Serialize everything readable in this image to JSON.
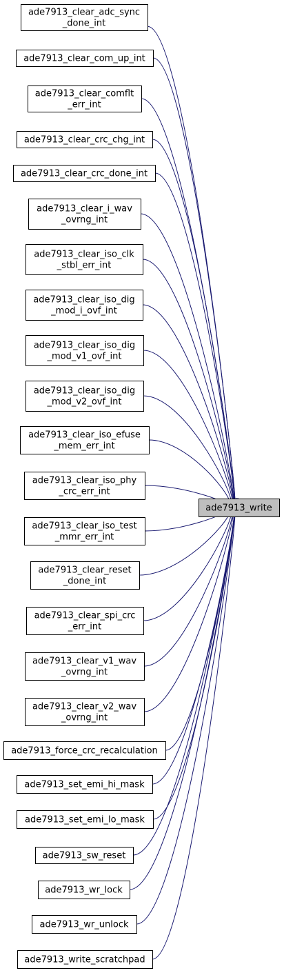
{
  "target": {
    "lines": [
      "ade7913_write"
    ]
  },
  "callers": [
    {
      "lines": [
        "ade7913_clear_adc_sync",
        "_done_int"
      ]
    },
    {
      "lines": [
        "ade7913_clear_com_up_int"
      ]
    },
    {
      "lines": [
        "ade7913_clear_comflt",
        "_err_int"
      ]
    },
    {
      "lines": [
        "ade7913_clear_crc_chg_int"
      ]
    },
    {
      "lines": [
        "ade7913_clear_crc_done_int"
      ]
    },
    {
      "lines": [
        "ade7913_clear_i_wav",
        "_ovrng_int"
      ]
    },
    {
      "lines": [
        "ade7913_clear_iso_clk",
        "_stbl_err_int"
      ]
    },
    {
      "lines": [
        "ade7913_clear_iso_dig",
        "_mod_i_ovf_int"
      ]
    },
    {
      "lines": [
        "ade7913_clear_iso_dig",
        "_mod_v1_ovf_int"
      ]
    },
    {
      "lines": [
        "ade7913_clear_iso_dig",
        "_mod_v2_ovf_int"
      ]
    },
    {
      "lines": [
        "ade7913_clear_iso_efuse",
        "_mem_err_int"
      ]
    },
    {
      "lines": [
        "ade7913_clear_iso_phy",
        "_crc_err_int"
      ]
    },
    {
      "lines": [
        "ade7913_clear_iso_test",
        "_mmr_err_int"
      ]
    },
    {
      "lines": [
        "ade7913_clear_reset",
        "_done_int"
      ]
    },
    {
      "lines": [
        "ade7913_clear_spi_crc",
        "_err_int"
      ]
    },
    {
      "lines": [
        "ade7913_clear_v1_wav",
        "_ovrng_int"
      ]
    },
    {
      "lines": [
        "ade7913_clear_v2_wav",
        "_ovrng_int"
      ]
    },
    {
      "lines": [
        "ade7913_force_crc_recalculation"
      ]
    },
    {
      "lines": [
        "ade7913_set_emi_hi_mask"
      ]
    },
    {
      "lines": [
        "ade7913_set_emi_lo_mask"
      ]
    },
    {
      "lines": [
        "ade7913_sw_reset"
      ]
    },
    {
      "lines": [
        "ade7913_wr_lock"
      ]
    },
    {
      "lines": [
        "ade7913_wr_unlock"
      ]
    },
    {
      "lines": [
        "ade7913_write_scratchpad"
      ]
    }
  ],
  "colors": {
    "edge": "#191970",
    "target_fill": "#bfbfbf",
    "node_border": "#000000"
  }
}
